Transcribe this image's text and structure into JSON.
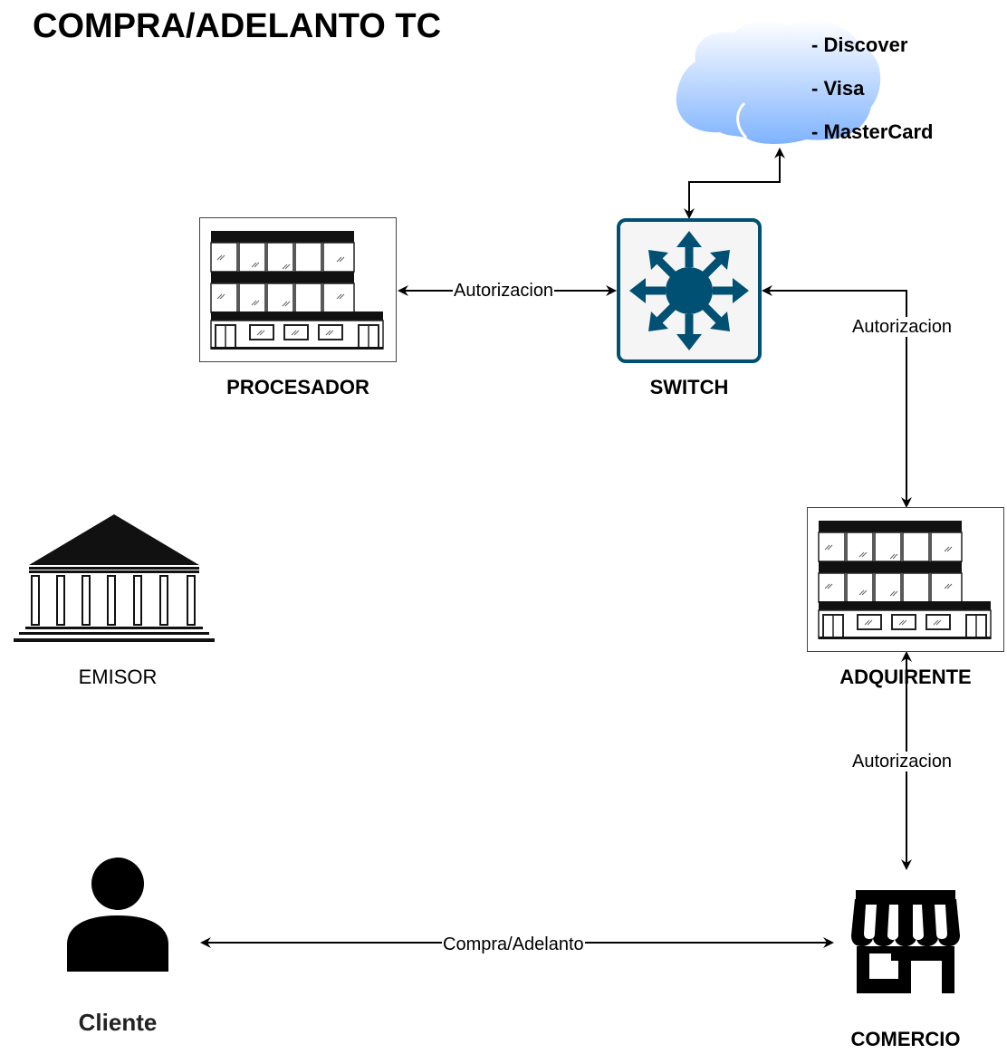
{
  "title": "COMPRA/ADELANTO TC",
  "cloud": {
    "items": [
      "- Discover",
      "- Visa",
      "- MasterCard"
    ]
  },
  "nodes": {
    "procesador": "PROCESADOR",
    "switch": "SWITCH",
    "emisor": "EMISOR",
    "adquirente": "ADQUIRENTE",
    "cliente": "Cliente",
    "comercio": "COMERCIO"
  },
  "edges": {
    "procesador_switch": "Autorizacion",
    "switch_adquirente": "Autorizacion",
    "adquirente_comercio": "Autorizacion",
    "cliente_comercio": "Compra/Adelanto"
  },
  "colors": {
    "switch_stroke": "#005073",
    "switch_fill": "#f5f5f5",
    "cloud_top": "#ffffff",
    "cloud_bottom": "#7fb3ff"
  }
}
